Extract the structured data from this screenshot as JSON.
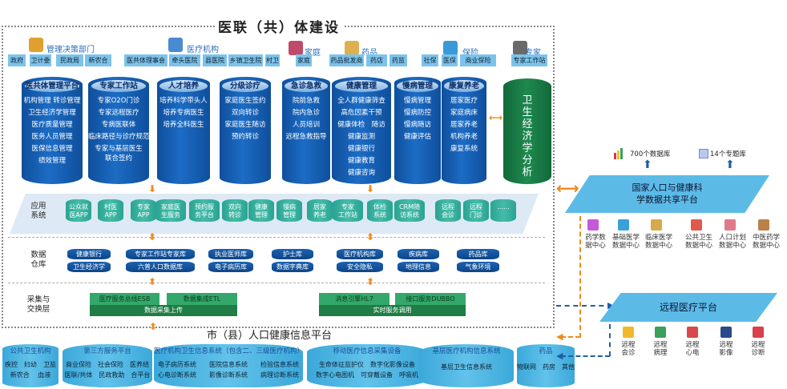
{
  "title": "医联（共）体建设",
  "top_groups": [
    {
      "name": "管理决策部门",
      "icon": "house-icon",
      "tags": [
        "政府",
        "卫计委",
        "民政局",
        "新农合"
      ]
    },
    {
      "name": "医疗机构",
      "icon": "hospital-building-icon",
      "tags": [
        "医共体理事会",
        "牵头医院",
        "县医院",
        "乡镇卫生院",
        "村卫"
      ]
    },
    {
      "name": "家庭",
      "icon": "family-icon",
      "tags": [
        "家庭"
      ]
    },
    {
      "name": "药品",
      "icon": "medicine-bottle-icon",
      "tags": [
        "药品批发商",
        "药店",
        "药监"
      ]
    },
    {
      "name": "保险",
      "icon": "pencil-notepad-icon",
      "tags": [
        "社保",
        "医保",
        "商业保险"
      ]
    },
    {
      "name": "专家",
      "icon": "doctor-icon",
      "tags": [
        "专家工作站"
      ]
    }
  ],
  "pillars": [
    {
      "title": "医共体管理平台",
      "items": [
        "机构管理 转诊管理",
        "卫生经济学管理",
        "医疗质量管理",
        "医务人员管理",
        "医保信息管理",
        "绩效管理"
      ]
    },
    {
      "title": "专家工作站",
      "items": [
        "专家O2O门诊",
        "专家远程医疗",
        "专病医联体",
        "临床路径与诊疗规范",
        "专家与基层医生",
        "联合签约"
      ]
    },
    {
      "title": "人才培养",
      "items": [
        "培养科学带头人",
        "培养专病医生",
        "培养全科医生"
      ]
    },
    {
      "title": "分级诊疗",
      "items": [
        "家庭医生签约",
        "双向转诊",
        "家庭医生随访",
        "预约转诊"
      ]
    },
    {
      "title": "急诊急救",
      "items": [
        "院前急救",
        "院内急诊",
        "人员培训",
        "远程急救指导"
      ]
    },
    {
      "title": "健康管理",
      "items": [
        "全人群健康筛查",
        "高危因素干预",
        "健康体检　随访",
        "健康监测",
        "健康银行",
        "健康教育",
        "健康咨询"
      ]
    },
    {
      "title": "慢病管理",
      "items": [
        "慢病管理",
        "慢病防控",
        "慢病随访",
        "健康评估"
      ]
    },
    {
      "title": "康复养老",
      "items": [
        "居家医疗",
        "家庭病床",
        "居家养老",
        "机构养老",
        "康复系统"
      ]
    }
  ],
  "analysis_pillar": "卫生经济学分析",
  "layers": {
    "app": "应用\n系统",
    "app_l1": "应用",
    "app_l2": "系统",
    "dw_l1": "数据",
    "dw_l2": "仓库",
    "ex_l1": "采集与",
    "ex_l2": "交换层"
  },
  "apps": [
    [
      "公众就",
      "医APP"
    ],
    [
      "村医",
      "APP"
    ],
    [
      "专家",
      "APP"
    ],
    [
      "家庭医",
      "生服务"
    ],
    [
      "预约服",
      "务平台"
    ],
    [
      "双向",
      "转诊"
    ],
    [
      "健康",
      "管理"
    ],
    [
      "慢病",
      "管理"
    ],
    [
      "居家",
      "养老"
    ],
    [
      "专家",
      "工作站"
    ],
    [
      "体检",
      "系统"
    ],
    [
      "CRM随",
      "访系统"
    ],
    [
      "远程",
      "会诊"
    ],
    [
      "远程",
      "门诊"
    ],
    [
      "......",
      ""
    ]
  ],
  "databases": [
    [
      "健康银行",
      "卫生经济学"
    ],
    [
      "专家工作站专家库",
      "六普人口数据库"
    ],
    [
      "执业医师库",
      "电子病历库"
    ],
    [
      "护士库",
      "数据字典库"
    ],
    [
      "医疗机构库",
      "安全隐私"
    ],
    [
      "疾病库",
      "地理信息"
    ],
    [
      "药品库",
      "气象环境"
    ]
  ],
  "exchange": {
    "left": {
      "a": "医疗服务总线ESB",
      "b": "数据集成ETL",
      "bar": "数据采集上传"
    },
    "right": {
      "a": "消息引擎HL7",
      "b": "接口服务DUBBO",
      "bar": "实时服务调用"
    }
  },
  "bottom_title": "市（县）人口健康信息平台",
  "bottom_cyls": [
    {
      "title": "公共卫生机构",
      "rows": [
        "疾控　妇幼　卫监",
        "新农合　 血液　"
      ]
    },
    {
      "title": "第三方服务平台",
      "rows": [
        "商业保险　社会保险　医养结",
        "医联/共体　民政救助　合平台"
      ]
    },
    {
      "title": "医疗机构卫生信息系统（包含二、三级医疗机构）",
      "rows": [
        "电子病历系统　　医院信息系统　　检验信息系统",
        "心电诊断系统　　影像诊断系统　　病理诊断系统"
      ]
    },
    {
      "title": "移动医疗信息采集设备",
      "rows": [
        "生命体征监护仪　数字化影像设备",
        "数字心电图机　可穿戴设备　呼吸机"
      ]
    },
    {
      "title": "基层医疗机构信息系统",
      "rows": [
        "基层卫生信息系统"
      ]
    },
    {
      "title": "药品",
      "rows": [
        "物联网　药房　其他"
      ]
    }
  ],
  "national": {
    "title_l1": "国家人口与健康科",
    "title_l2": "学数据共享平台",
    "stat1": "700个数据库",
    "stat2": "14个专题库",
    "centers": [
      {
        "l1": "药学数",
        "l2": "据中心",
        "icon": "pill-icon",
        "color": "#c45ad8"
      },
      {
        "l1": "基础医学",
        "l2": "数据中心",
        "icon": "monitor-user-icon",
        "color": "#3aa0d8"
      },
      {
        "l1": "临床医学",
        "l2": "数据中心",
        "icon": "certificate-icon",
        "color": "#d8a94a"
      },
      {
        "l1": "公共卫生",
        "l2": "数据中心",
        "icon": "binders-icon",
        "color": "#e05a4a"
      },
      {
        "l1": "人口计划",
        "l2": "数据中心",
        "icon": "people-icon",
        "color": "#e07a8a"
      },
      {
        "l1": "中医药学",
        "l2": "数据中心",
        "icon": "tcm-doctor-icon",
        "color": "#b9804a"
      }
    ]
  },
  "remote": {
    "title": "远程医疗平台",
    "items": [
      {
        "l1": "远程",
        "l2": "会诊",
        "icon": "medkit-icon",
        "color": "#f0b92c"
      },
      {
        "l1": "远程",
        "l2": "病理",
        "icon": "bag-icon",
        "color": "#3aa05a"
      },
      {
        "l1": "远程",
        "l2": "心电",
        "icon": "ecg-box-icon",
        "color": "#d84a4a"
      },
      {
        "l1": "远程",
        "l2": "影像",
        "icon": "laptop-icon",
        "color": "#2a4a8a"
      },
      {
        "l1": "远程",
        "l2": "诊断",
        "icon": "tablet-icon",
        "color": "#d8404a"
      }
    ]
  },
  "colors": {
    "accent_orange": "#f08a1c",
    "dark_blue": "#0f4f9c",
    "green": "#1e8a4e",
    "teal": "#3aaa98",
    "light_blue": "#5bbbe6"
  }
}
